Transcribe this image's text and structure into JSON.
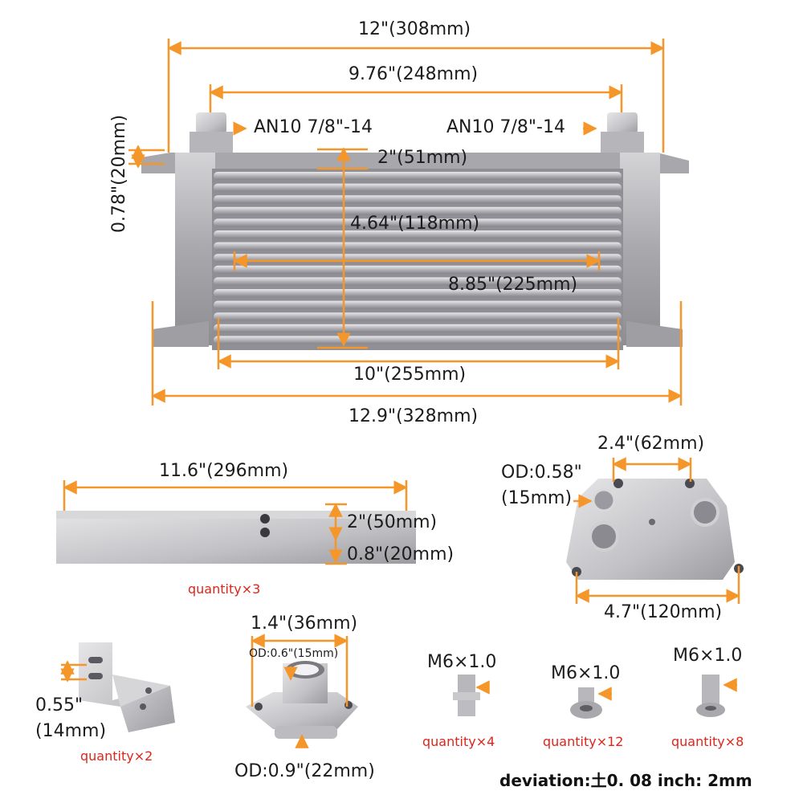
{
  "cooler": {
    "overall_width": "12\"(308mm)",
    "port_spacing": "9.76\"(248mm)",
    "fitting_left": "AN10 7/8\"-14",
    "fitting_right": "AN10 7/8\"-14",
    "flange_thickness": "0.78\"(20mm)",
    "row_pitch": "2\"(51mm)",
    "core_height": "4.64\"(118mm)",
    "core_inner_width": "8.85\"(225mm)",
    "core_width": "10\"(255mm)",
    "base_width": "12.9\"(328mm)"
  },
  "bracket_bar": {
    "length": "11.6\"(296mm)",
    "width": "2\"(50mm)",
    "hole_offset": "0.8\"(20mm)",
    "quantity": "quantity×3"
  },
  "sandwich_plate": {
    "od_line1": "OD:0.58\"",
    "od_line2": "(15mm)",
    "top_spacing": "2.4\"(62mm)",
    "bottom_spacing": "4.7\"(120mm)"
  },
  "l_bracket": {
    "dim_line1": "0.55\"",
    "dim_line2": "(14mm)",
    "quantity": "quantity×2"
  },
  "adapter": {
    "width": "1.4\"(36mm)",
    "inner_od": "OD:0.6\"(15mm)",
    "outer_od": "OD:0.9\"(22mm)"
  },
  "bolts": [
    {
      "spec": "M6×1.0",
      "quantity": "quantity×4"
    },
    {
      "spec": "M6×1.0",
      "quantity": "quantity×12"
    },
    {
      "spec": "M6×1.0",
      "quantity": "quantity×8"
    }
  ],
  "deviation": "deviation:土0. 08 inch: 2mm",
  "colors": {
    "dimension": "#f5962a",
    "quantity": "#e0251b",
    "metal": "#b9b9bc"
  }
}
